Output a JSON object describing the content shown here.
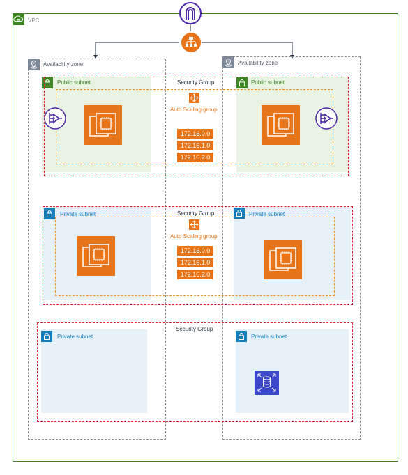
{
  "vpc": {
    "label": "VPC"
  },
  "availability_zones": [
    {
      "label": "Availability zone"
    },
    {
      "label": "Availability zone"
    }
  ],
  "security_groups": [
    {
      "label": "Security Group"
    },
    {
      "label": "Security Group"
    },
    {
      "label": "Security Group"
    }
  ],
  "auto_scaling_groups": [
    {
      "label": "Auto Scaling group",
      "cidrs": [
        "172.16.0.0",
        "172.16.1.0",
        "172.16.2.0"
      ]
    },
    {
      "label": "Auto Scaling group",
      "cidrs": [
        "172.16.0.0",
        "172.16.1.0",
        "172.16.2.0"
      ]
    }
  ],
  "subnets": {
    "public_left": {
      "label": "Public subnet"
    },
    "public_right": {
      "label": "Public subnet"
    },
    "private_mid_left": {
      "label": "Private subnet"
    },
    "private_mid_right": {
      "label": "Private subnet"
    },
    "private_bottom_left": {
      "label": "Private subnet"
    },
    "private_bottom_right": {
      "label": "Private subnet"
    }
  },
  "icons": {
    "gateway": "internet-gateway-icon",
    "load_balancer": "load-balancer-icon",
    "nat": "nat-gateway-icon",
    "ec2": "ec2-instance-icon",
    "rds": "rds-database-icon"
  },
  "colors": {
    "vpc_green": "#3f8624",
    "private_blue": "#147eba",
    "orange": "#e8741a",
    "security_red": "#e0202b",
    "gateway_purple": "#4d27aa"
  }
}
